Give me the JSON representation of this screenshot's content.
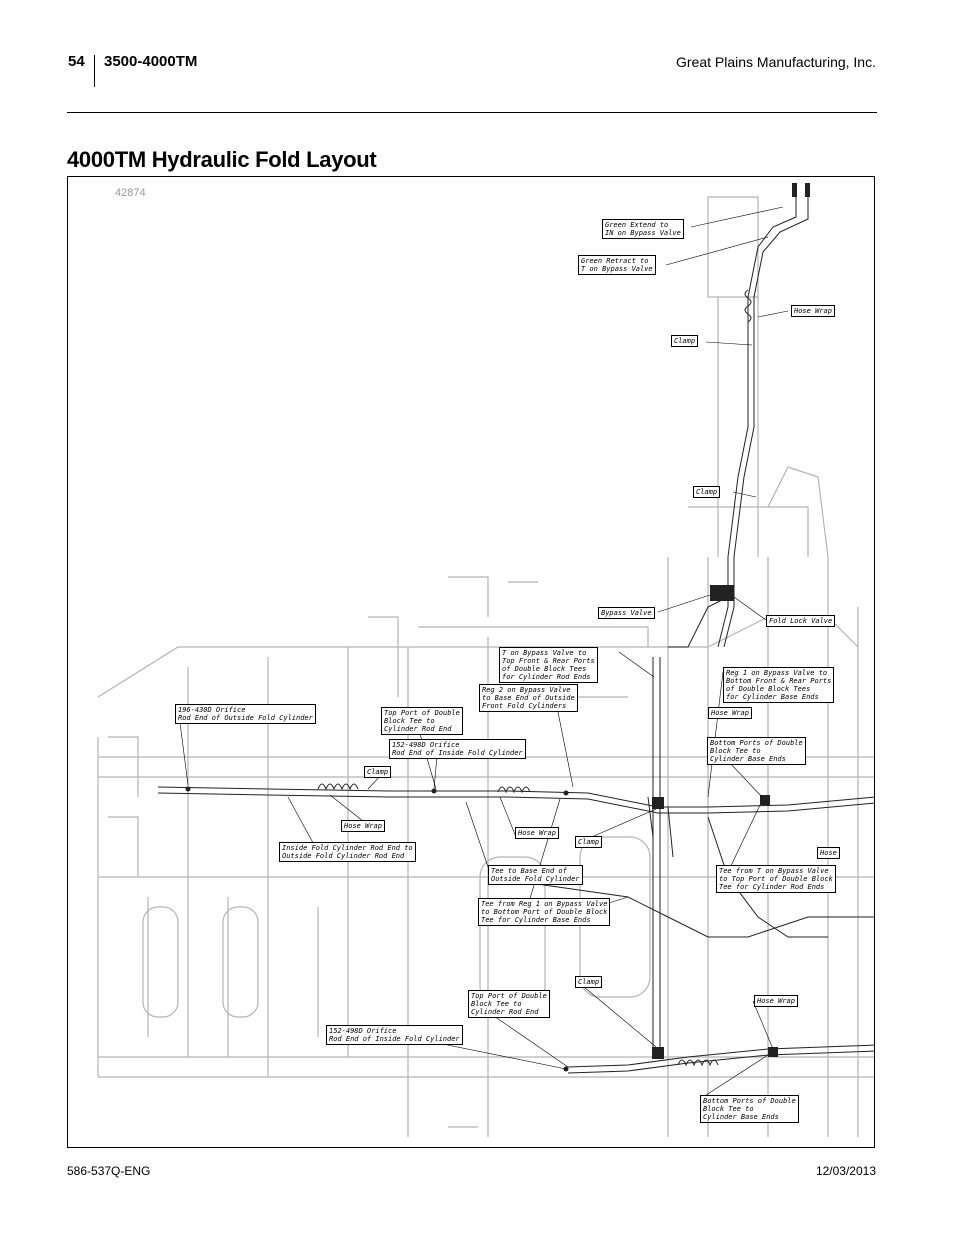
{
  "header": {
    "page_number": "54",
    "doc_title": "3500-4000TM",
    "company": "Great Plains Manufacturing, Inc."
  },
  "section_title": "4000TM Hydraulic Fold Layout",
  "figure": {
    "figure_id": "42874",
    "callouts": [
      "Green Extend to\nIN on Bypass Valve",
      "Green Retract to\nT on Bypass Valve",
      "Hose Wrap",
      "Clamp",
      "Clamp",
      "Bypass Valve",
      "Fold Lock Valve",
      "T on Bypass Valve to\nTop Front & Rear Ports\nof Double Block Tees\nfor Cylinder Rod Ends",
      "Reg 1 on Bypass Valve to\nBottom Front & Rear Ports\nof Double Block Tees\nfor Cylinder Base Ends",
      "Reg 2 on Bypass Valve\nto Base End of Outside\nFront Fold Cylinders",
      "196-430D Orifice\nRod End of Outside Fold Cylinder",
      "Top Port of Double\nBlock Tee to\nCylinder Rod End",
      "Hose Wrap",
      "152-498D Orifice\nRod End of Inside Fold Cylinder",
      "Bottom Ports of Double\nBlock Tee to\nCylinder Base Ends",
      "Clamp",
      "Hose Wrap",
      "Inside Fold Cylinder Rod End to\nOutside Fold Cylinder Rod End",
      "Hose Wrap",
      "Clamp",
      "Hose",
      "Tee to Base End of\nOutside Fold Cylinder",
      "Tee from T on Bypass Valve\nto Top Port of Double Block\nTee for Cylinder Rod Ends",
      "Tee from Reg 1 on Bypass Valve\nto Bottom Port of Double Block\nTee for Cylinder Base Ends",
      "Top Port of Double\nBlock Tee to\nCylinder Rod End",
      "Clamp",
      "Hose Wrap",
      "152-498D Orifice\nRod End of Inside Fold Cylinder",
      "Bottom Ports of Double\nBlock Tee to\nCylinder Base Ends"
    ]
  },
  "footer": {
    "doc_number": "586-537Q-ENG",
    "date": "12/03/2013"
  }
}
